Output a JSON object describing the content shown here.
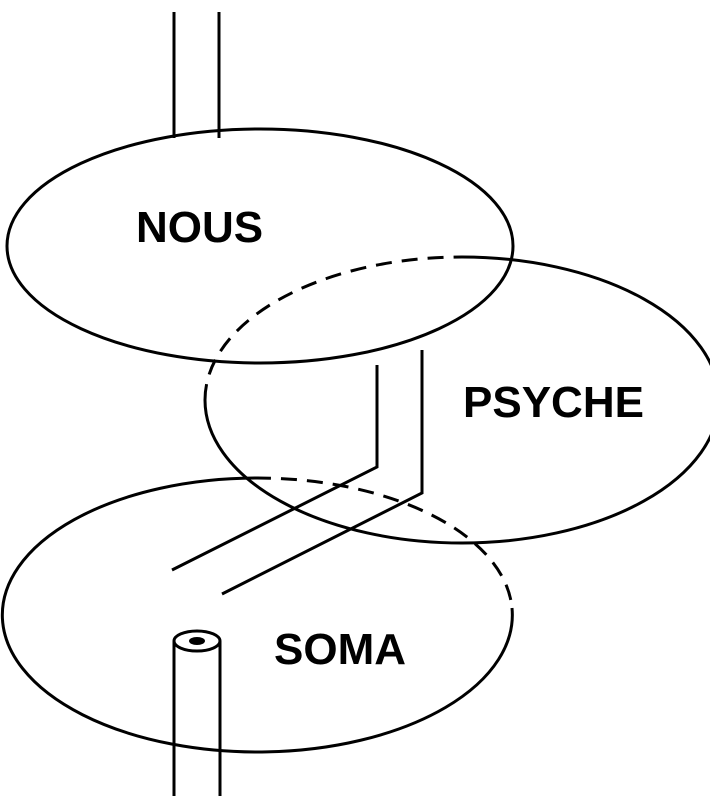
{
  "diagram": {
    "labels": {
      "nous": "NOUS",
      "psyche": "PSYCHE",
      "soma": "SOMA"
    },
    "colors": {
      "line": "#000000",
      "background": "#ffffff"
    }
  }
}
